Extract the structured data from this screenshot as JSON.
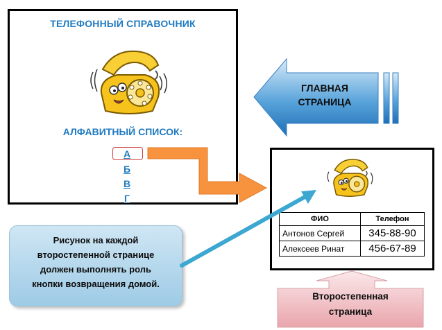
{
  "main_page": {
    "title": "ТЕЛЕФОННЫЙ СПРАВОЧНИК",
    "alphabet_title": "АЛФАВИТНЫЙ СПИСОК:",
    "letters": [
      "А",
      "Б",
      "В",
      "Г"
    ]
  },
  "home_arrow": {
    "line1": "ГЛАВНАЯ",
    "line2": "СТРАНИЦА"
  },
  "secondary_page": {
    "table": {
      "headers": [
        "ФИО",
        "Телефон"
      ],
      "rows": [
        [
          "Антонов Сергей",
          "345-88-90"
        ],
        [
          "Алексеев Ринат",
          "456-67-89"
        ]
      ]
    }
  },
  "note": {
    "lines": [
      "Рисунок на каждой",
      "второстепенной странице",
      "должен выполнять роль",
      "кнопки возвращения домой."
    ]
  },
  "secondary_label": {
    "line1": "Второстепенная",
    "line2": "страница"
  },
  "colors": {
    "title_blue": "#1F7AC0",
    "arrow_orange": "#F7933E",
    "arrow_blue": "#2D84C8",
    "connector_blue": "#3CA8D2",
    "phone_yellow": "#F6C21C",
    "pink": "#F3C6CA"
  },
  "icons": [
    "telephone-icon"
  ]
}
